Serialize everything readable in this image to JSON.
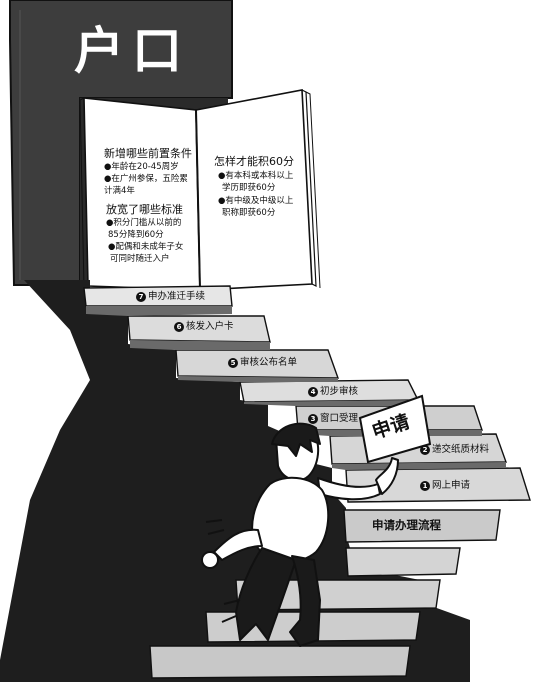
{
  "sign_title": "户口",
  "book": {
    "left_page": {
      "heading1": "新增哪些前置条件",
      "items1": [
        "●年龄在20-45周岁",
        "●在广州参保，五险累",
        "计满4年"
      ],
      "heading2": "放宽了哪些标准",
      "items2": [
        "●积分门槛从以前的",
        "85分降到60分",
        "●配偶和未成年子女",
        "可同时随迁入户"
      ]
    },
    "right_page": {
      "heading": "怎样才能积60分",
      "items": [
        "●有本科或本科以上",
        "学历即获60分",
        "●有中级及中级以上",
        "职称即获60分"
      ]
    }
  },
  "steps": [
    {
      "num": "7",
      "label": "申办准迁手续"
    },
    {
      "num": "6",
      "label": "核发入户卡"
    },
    {
      "num": "5",
      "label": "审核公布名单"
    },
    {
      "num": "4",
      "label": "初步审核"
    },
    {
      "num": "3",
      "label": "窗口受理"
    },
    {
      "num": "2",
      "label": "递交纸质材料"
    },
    {
      "num": "1",
      "label": "网上申请"
    }
  ],
  "flow_title": "申请办理流程",
  "held_sign": "申请",
  "colors": {
    "ink": "#111111",
    "dark_gray": "#3d3d3d",
    "mid_gray": "#8a8a8a",
    "light_gray": "#d2d2d2"
  }
}
